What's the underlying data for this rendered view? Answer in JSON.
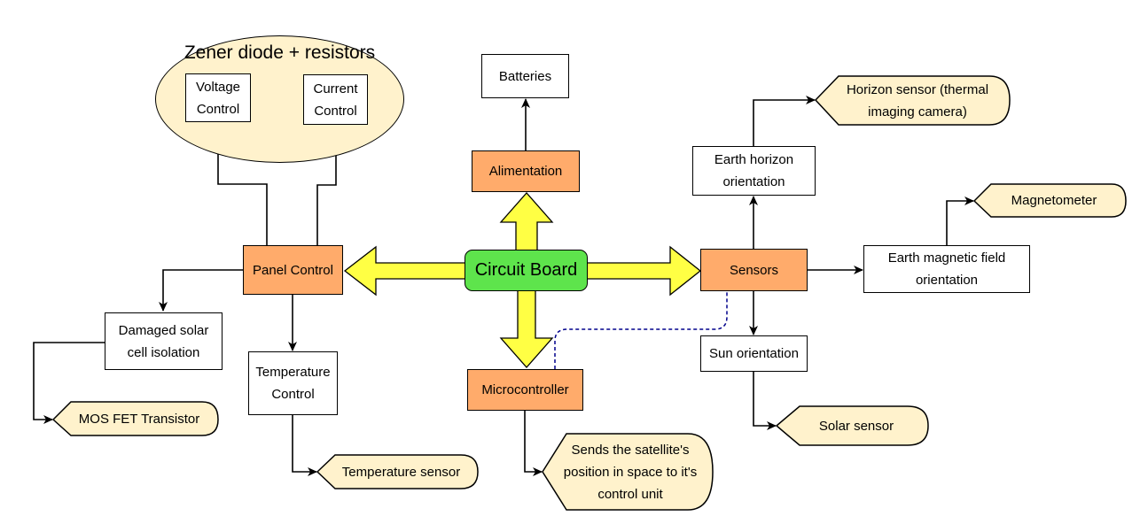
{
  "colors": {
    "orange": "#ffab6b",
    "green": "#5ee44c",
    "yellow_arrow": "#ffff44",
    "callout_fill": "#fff2cc",
    "dashed_link": "#00008b"
  },
  "zener_group": {
    "title": "Zener diode + resistors",
    "voltage_control": "Voltage Control",
    "current_control": "Current Control"
  },
  "center": {
    "circuit_board": "Circuit Board"
  },
  "modules": {
    "panel_control": "Panel Control",
    "alimentation": "Alimentation",
    "sensors": "Sensors",
    "microcontroller": "Microcontroller"
  },
  "boxes": {
    "batteries": "Batteries",
    "damaged_solar": "Damaged solar cell isolation",
    "temperature_control": "Temperature Control",
    "earth_horizon": "Earth horizon orientation",
    "earth_magnetic": "Earth magnetic field orientation",
    "sun_orientation": "Sun orientation"
  },
  "callouts": {
    "mos_fet": "MOS FET Transistor",
    "temperature_sensor": "Temperature sensor",
    "sends_position": "Sends the satellite's position in space to it's control unit",
    "horizon_sensor": "Horizon sensor (thermal imaging camera)",
    "magnetometer": "Magnetometer",
    "solar_sensor": "Solar sensor"
  }
}
